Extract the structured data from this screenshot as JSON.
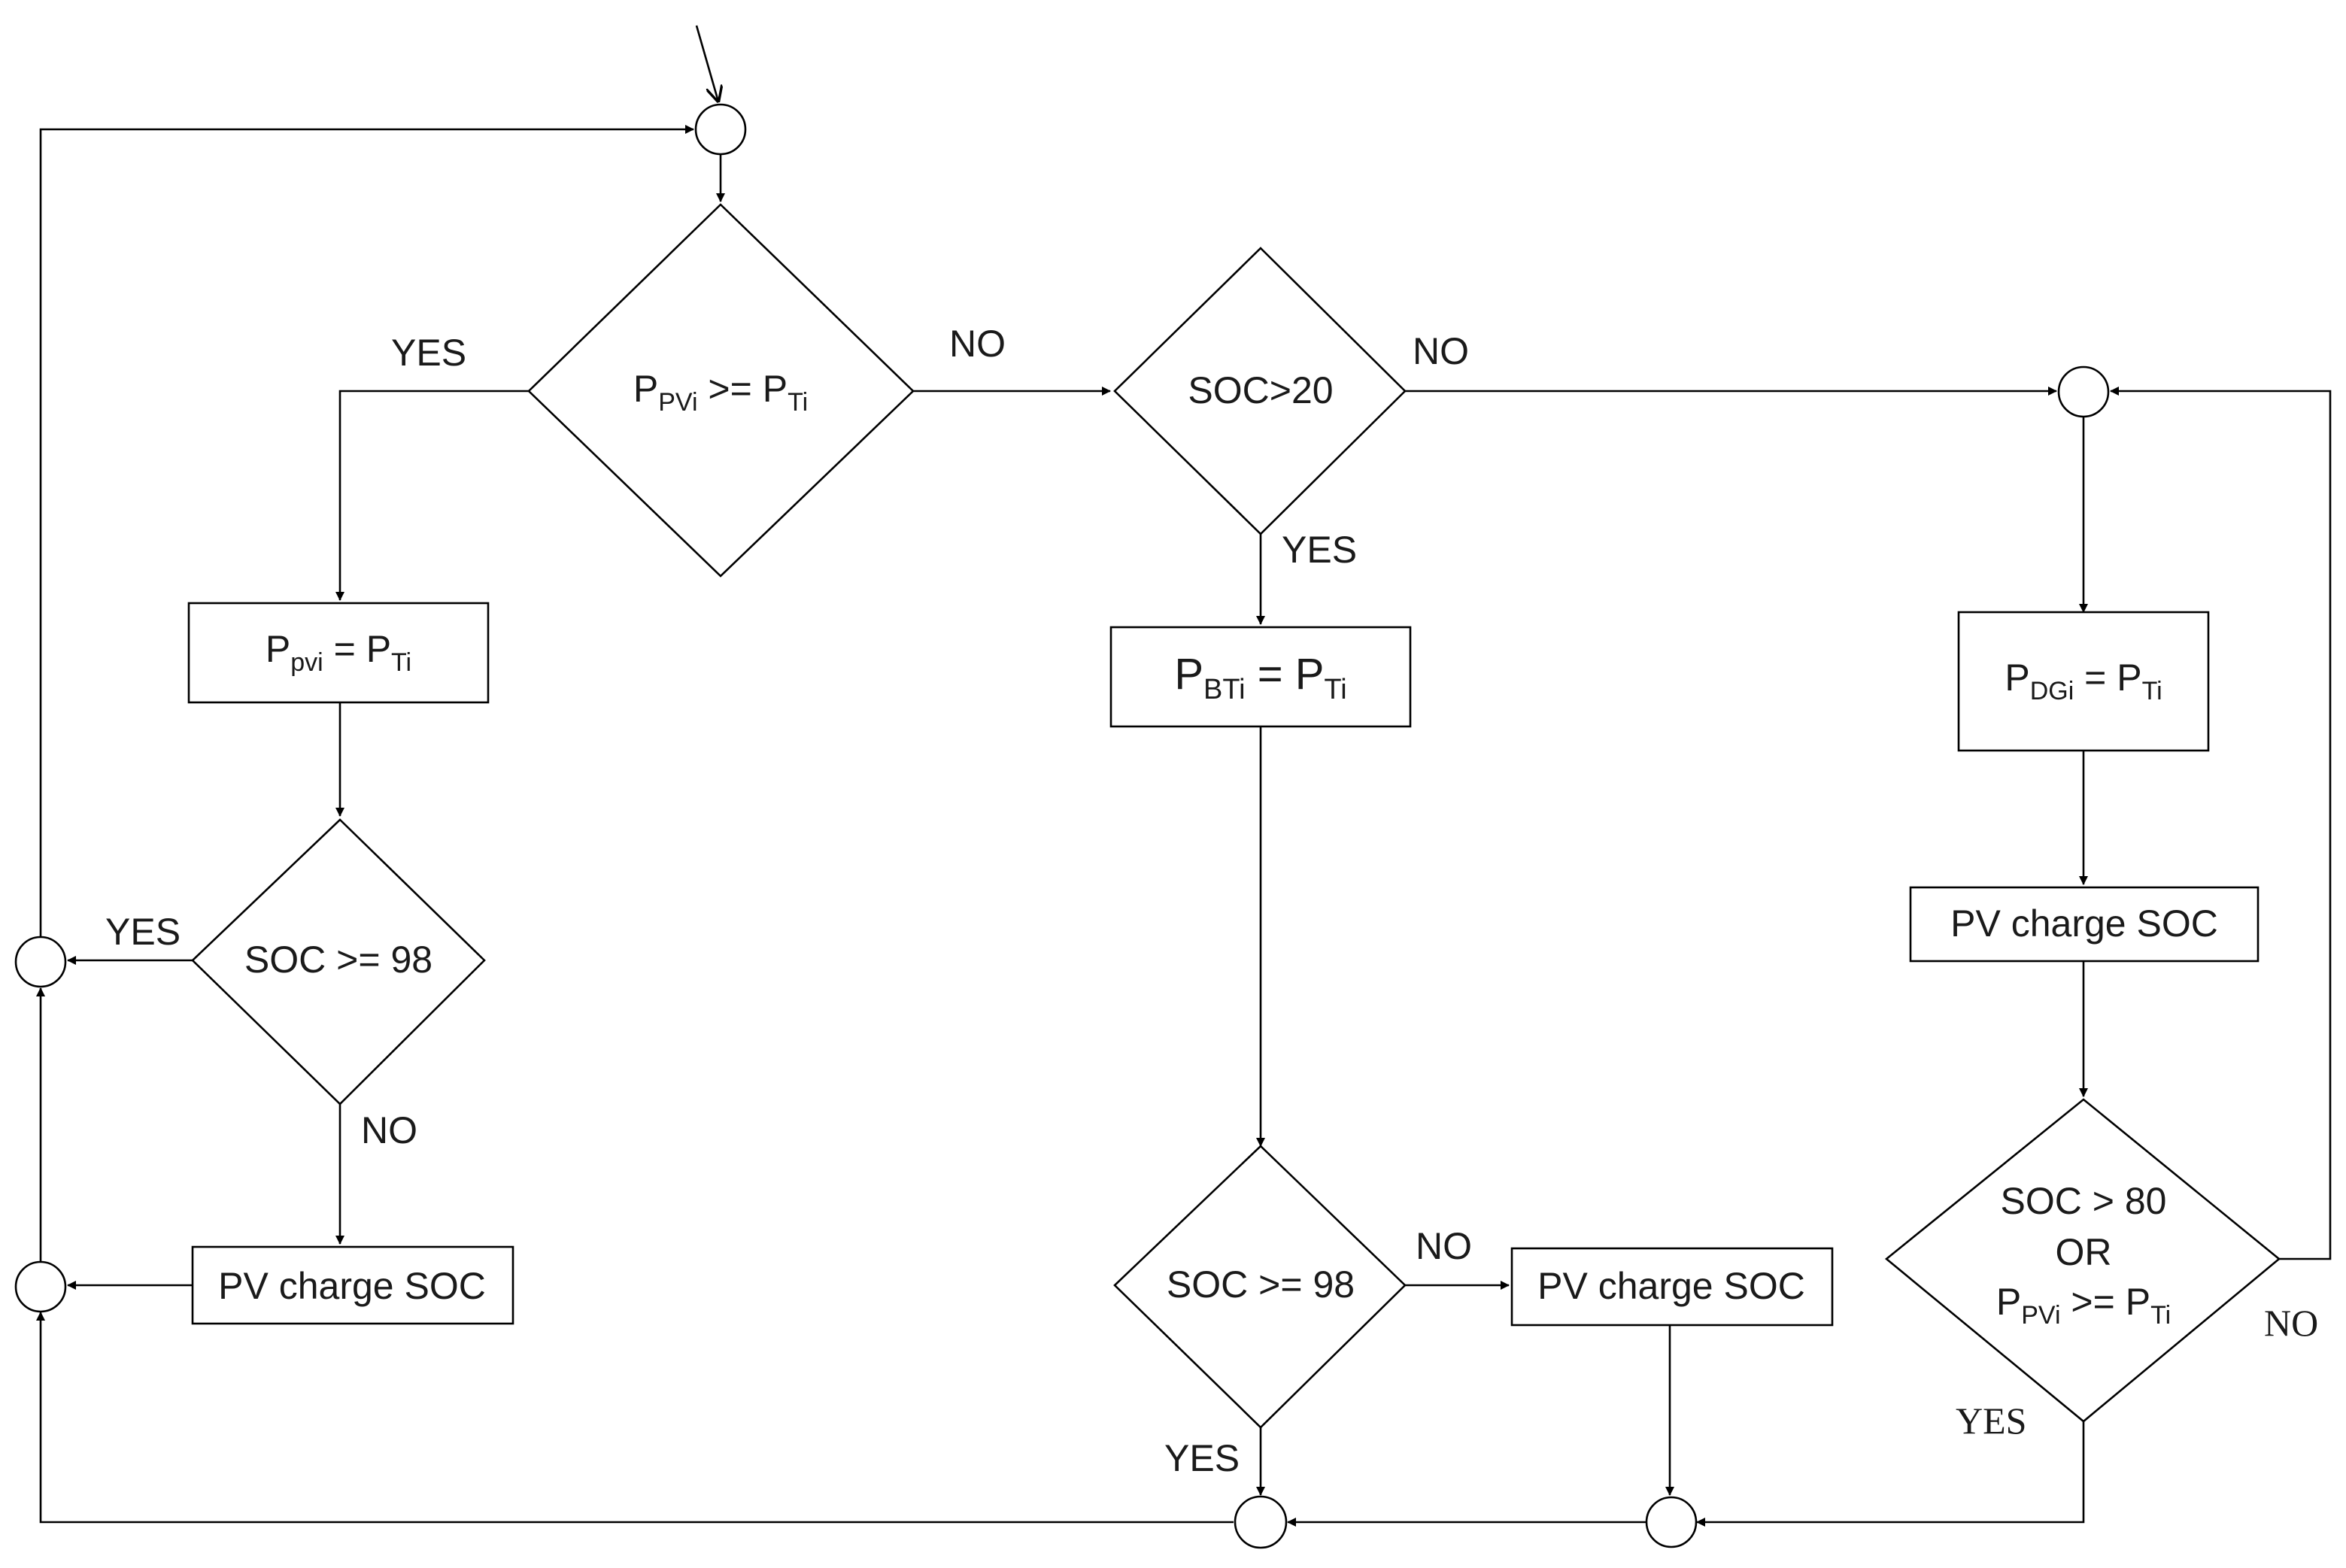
{
  "decisions": {
    "main": {
      "base": "P",
      "sub1": "PVi",
      "op": " >= ",
      "base2": "P",
      "sub2": "Ti"
    },
    "soc20": "SOC>20",
    "soc98_left": "SOC >= 98",
    "soc98_mid": "SOC >= 98",
    "right": {
      "line1": "SOC > 80",
      "line2": "OR",
      "base": "P",
      "sub1": "PVi",
      "op": " >= ",
      "base2": "P",
      "sub2": "Ti"
    }
  },
  "processes": {
    "ppvi": {
      "base": "P",
      "sub1": "pvi",
      "op": " = ",
      "base2": "P",
      "sub2": "Ti"
    },
    "pbti": {
      "base": "P",
      "sub1": "BTi",
      "op": " = ",
      "base2": "P",
      "sub2": "Ti"
    },
    "pdgi": {
      "base": "P",
      "sub1": "DGi",
      "op": " = ",
      "base2": "P",
      "sub2": "Ti"
    },
    "pv_charge_left": "PV charge SOC",
    "pv_charge_mid": "PV charge SOC",
    "pv_charge_right": "PV charge SOC"
  },
  "labels": {
    "main_yes": "YES",
    "main_no": "NO",
    "soc20_no": "NO",
    "soc20_yes": "YES",
    "left_yes": "YES",
    "left_no": "NO",
    "mid_no": "NO",
    "mid_yes": "YES",
    "right_yes": "YES",
    "right_no": "NO"
  }
}
